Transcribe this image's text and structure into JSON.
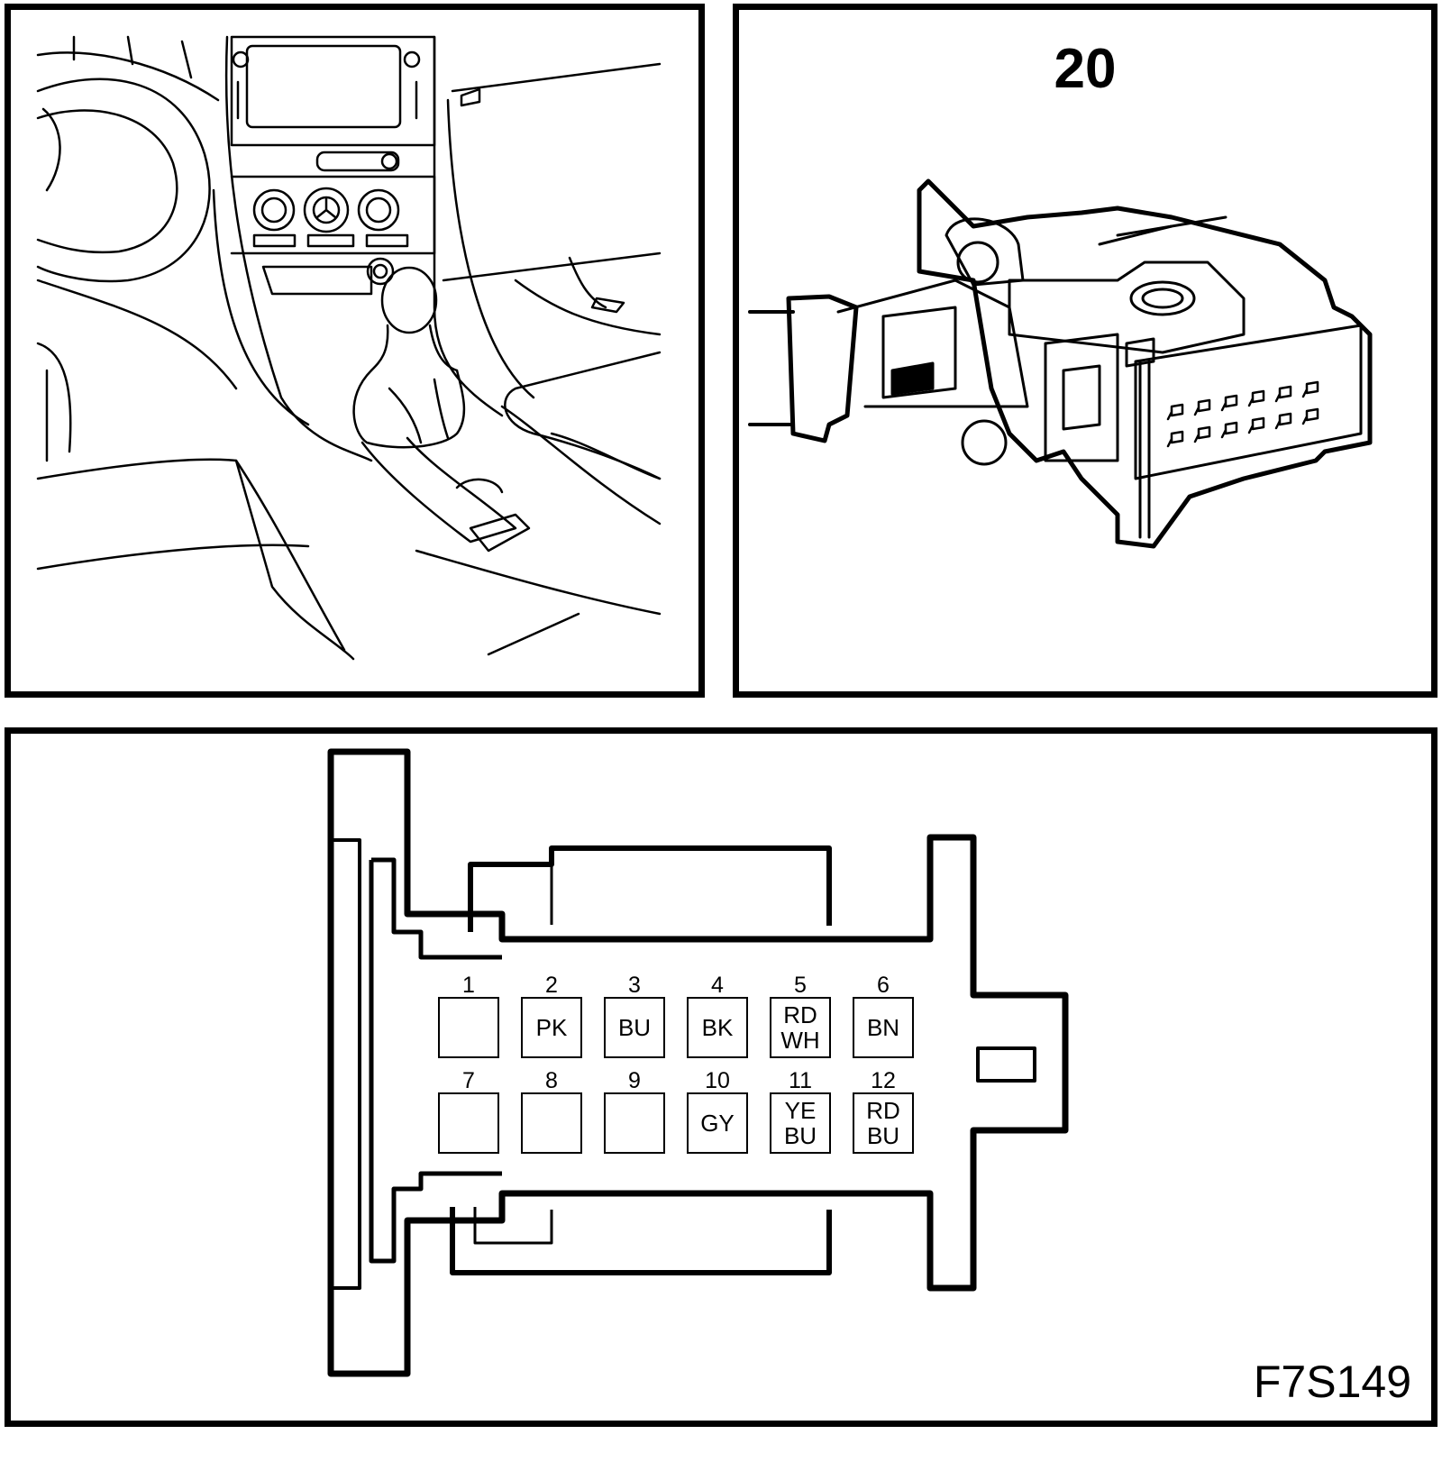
{
  "connector_view": {
    "number": "20"
  },
  "pinout": {
    "figure_code": "F7S149",
    "pins": [
      {
        "num": "1",
        "colors": []
      },
      {
        "num": "2",
        "colors": [
          "PK"
        ]
      },
      {
        "num": "3",
        "colors": [
          "BU"
        ]
      },
      {
        "num": "4",
        "colors": [
          "BK"
        ]
      },
      {
        "num": "5",
        "colors": [
          "RD",
          "WH"
        ]
      },
      {
        "num": "6",
        "colors": [
          "BN"
        ]
      },
      {
        "num": "7",
        "colors": []
      },
      {
        "num": "8",
        "colors": []
      },
      {
        "num": "9",
        "colors": []
      },
      {
        "num": "10",
        "colors": [
          "GY"
        ]
      },
      {
        "num": "11",
        "colors": [
          "YE",
          "BU"
        ]
      },
      {
        "num": "12",
        "colors": [
          "RD",
          "BU"
        ]
      }
    ]
  }
}
